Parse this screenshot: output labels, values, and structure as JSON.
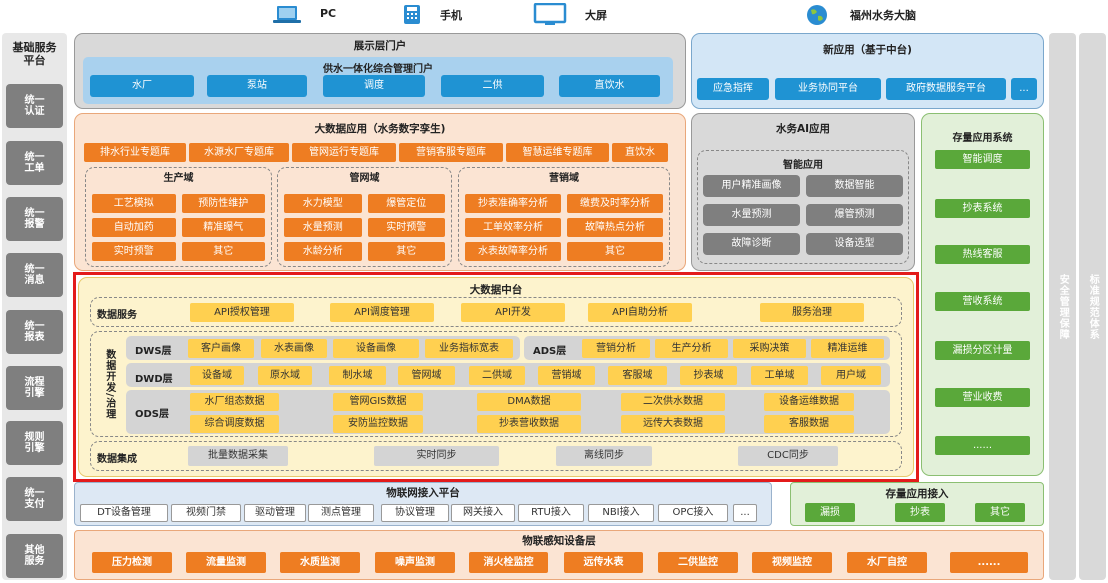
{
  "header": {
    "items": [
      {
        "icon": "laptop-icon",
        "label": "PC"
      },
      {
        "icon": "phone-icon",
        "label": "手机"
      },
      {
        "icon": "monitor-icon",
        "label": "大屏"
      },
      {
        "icon": "globe-icon",
        "label": "福州水务大脑"
      }
    ]
  },
  "left": {
    "title": "基础服务\n平台",
    "items": [
      "统一\n认证",
      "统一\n工单",
      "统一\n报警",
      "统一\n消息",
      "统一\n报表",
      "流程\n引擎",
      "规则\n引擎",
      "统一\n支付",
      "其他\n服务"
    ]
  },
  "right": {
    "security": "安全管理保障",
    "standard": "标准规范体系"
  },
  "portal": {
    "title": "展示层门户",
    "subtitle": "供水一体化综合管理门户",
    "items": [
      "水厂",
      "泵站",
      "调度",
      "二供",
      "直饮水"
    ]
  },
  "newapp": {
    "title": "新应用（基于中台)",
    "items": [
      "应急指挥",
      "业务协同平台",
      "政府数据服务平台",
      "..."
    ]
  },
  "bigdata_app": {
    "title": "大数据应用（水务数字孪生)",
    "items": [
      "排水行业专题库",
      "水源水厂专题库",
      "管网运行专题库",
      "营销客服专题库",
      "智慧运维专题库",
      "直饮水"
    ],
    "domains": [
      {
        "title": "生产域",
        "items": [
          "工艺模拟",
          "预防性维护",
          "自动加药",
          "精准曝气",
          "实时预警",
          "其它"
        ]
      },
      {
        "title": "管网域",
        "items": [
          "水力模型",
          "爆管定位",
          "水量预测",
          "实时预警",
          "水龄分析",
          "其它"
        ]
      },
      {
        "title": "营销域",
        "items": [
          "抄表准确率分析",
          "缴费及时率分析",
          "工单效率分析",
          "故障热点分析",
          "水表故障率分析",
          "其它"
        ]
      }
    ]
  },
  "ai": {
    "title": "水务AI应用",
    "subtitle": "智能应用",
    "items": [
      "用户精准画像",
      "数据智能",
      "水量预测",
      "爆管预测",
      "故障诊断",
      "设备选型"
    ]
  },
  "legacy": {
    "title": "存量应用系统",
    "items": [
      "智能调度",
      "抄表系统",
      "热线客服",
      "营收系统",
      "漏损分区计量",
      "营业收费",
      "......"
    ]
  },
  "middle": {
    "title": "大数据中台",
    "service": {
      "label": "数据服务",
      "items": [
        "API授权管理",
        "API调度管理",
        "API开发",
        "API自助分析",
        "服务治理"
      ]
    },
    "devgov": "数据开发/治理",
    "dws": {
      "label": "DWS层",
      "items": [
        "客户画像",
        "水表画像",
        "设备画像",
        "业务指标宽表"
      ]
    },
    "ads": {
      "label": "ADS层",
      "items": [
        "营销分析",
        "生产分析",
        "采购决策",
        "精准运维"
      ]
    },
    "dwd": {
      "label": "DWD层",
      "items": [
        "设备域",
        "原水域",
        "制水域",
        "管网域",
        "二供域",
        "营销域",
        "客服域",
        "抄表域",
        "工单域",
        "用户域"
      ]
    },
    "ods": {
      "label": "ODS层",
      "row1": [
        "水厂组态数据",
        "管网GIS数据",
        "DMA数据",
        "二次供水数据",
        "设备运维数据"
      ],
      "row2": [
        "综合调度数据",
        "安防监控数据",
        "抄表营收数据",
        "远传大表数据",
        "客服数据"
      ]
    },
    "integration": {
      "label": "数据集成",
      "items": [
        "批量数据采集",
        "实时同步",
        "离线同步",
        "CDC同步"
      ]
    }
  },
  "iot": {
    "title": "物联网接入平台",
    "items": [
      "DT设备管理",
      "视频门禁",
      "驱动管理",
      "测点管理",
      "协议管理",
      "网关接入",
      "RTU接入",
      "NBI接入",
      "OPC接入",
      "..."
    ]
  },
  "legacy_access": {
    "title": "存量应用接入",
    "items": [
      "漏损",
      "抄表",
      "其它"
    ]
  },
  "sensing": {
    "title": "物联感知设备层",
    "items": [
      "压力检测",
      "流量监测",
      "水质监测",
      "噪声监测",
      "消火栓监控",
      "远传水表",
      "二供监控",
      "视频监控",
      "水厂自控",
      "......"
    ]
  },
  "colors": {
    "blue": "#1f93d3",
    "orange": "#ee7d22",
    "yellow": "#ffd050",
    "green": "#5aa83a",
    "gray": "#7f7f7f",
    "red": "#e31b1b"
  }
}
